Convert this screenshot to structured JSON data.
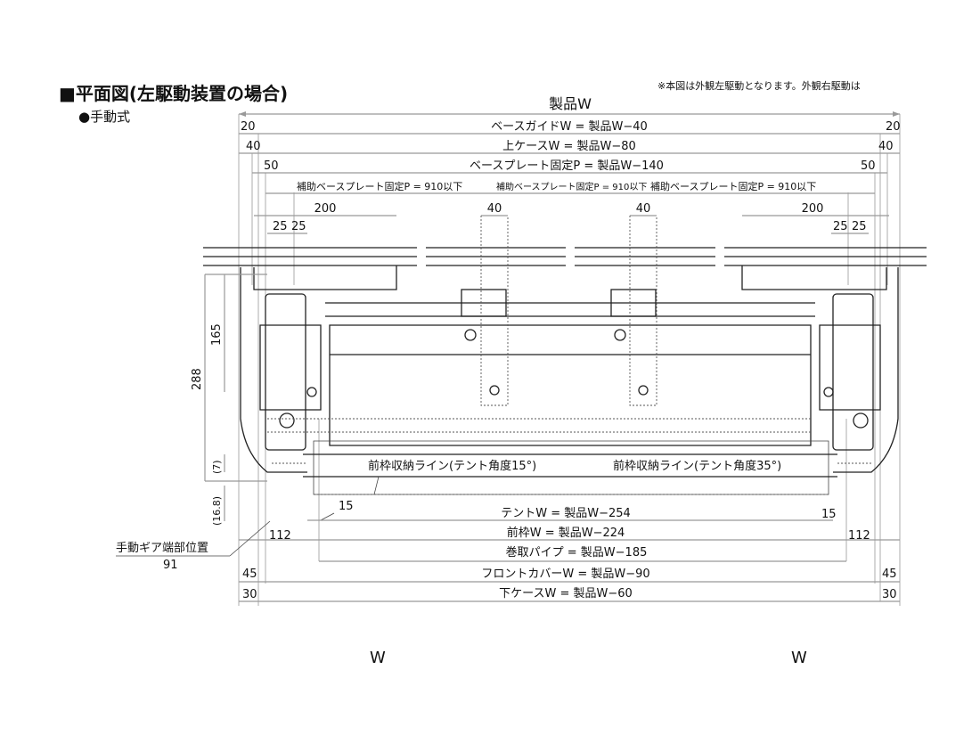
{
  "title": "■平面図(左駆動装置の場合)",
  "subtitle": "●手動式",
  "note": "※本図は外観左駆動となります。外観右駆動は",
  "overall": "製品W",
  "rows": {
    "base_guide": "ベースガイドW = 製品W−40",
    "upper_case": "上ケースW = 製品W−80",
    "base_plate": "ベースプレート固定P = 製品W−140",
    "aux_plate_1": "補助ベースプレート固定P = 910以下",
    "aux_plate_2": "補助ベースプレート固定P = 910以下",
    "aux_plate_3": "補助ベースプレート固定P = 910以下",
    "storage_15": "前枠収納ライン(テント角度15°)",
    "storage_35": "前枠収納ライン(テント角度35°)",
    "tent": "テントW = 製品W−254",
    "front_frame": "前枠W = 製品W−224",
    "roll_pipe": "巻取パイプ = 製品W−185",
    "front_cover": "フロントカバーW = 製品W−90",
    "lower_case": "下ケースW = 製品W−60"
  },
  "dims": {
    "d20": "20",
    "d40": "40",
    "d50": "50",
    "d200": "200",
    "d40b": "40",
    "d25": "25",
    "d165": "165",
    "d288": "288",
    "d7": "(7)",
    "d16_8": "(16.8)",
    "d15": "15",
    "d112": "112",
    "d45": "45",
    "d30": "30"
  },
  "gear": {
    "label": "手動ギア端部位置",
    "value": "91"
  },
  "bottom_w": "W"
}
